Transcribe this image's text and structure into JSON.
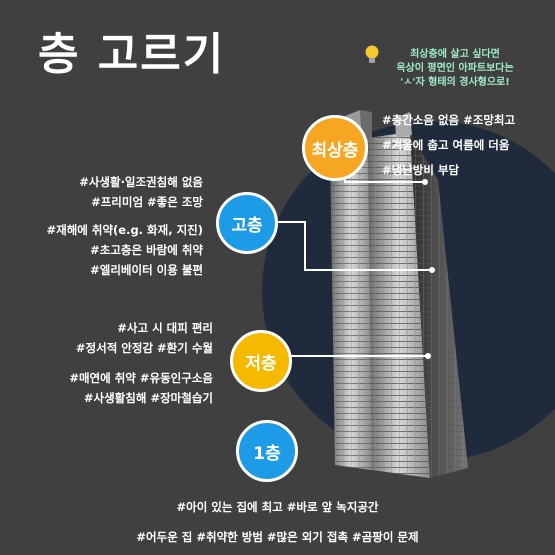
{
  "title": "층 고르기",
  "tip": {
    "icon": "lightbulb-icon",
    "lines": [
      "최상층에 살고 싶다면",
      "옥상이 평면인 아파트보다는",
      "'ㅅ'자 형태의 경사형으로!"
    ]
  },
  "floors": {
    "top": {
      "label": "최상층",
      "notes": [
        "#층간소음 없음 #조망최고",
        "#겨울에 춥고 여름에 더움",
        "#냉난방비 부담"
      ]
    },
    "high": {
      "label": "고층",
      "notes_a": [
        "#사생활·일조권침해 없음",
        "#프리미엄 #좋은 조망"
      ],
      "notes_b": [
        "#재해에 취약(e.g. 화재, 지진)",
        "#초고층은 바람에 취약",
        "#엘리베이터 이용 불편"
      ]
    },
    "low": {
      "label": "저층",
      "notes_a": [
        "#사고 시 대피 편리",
        "#정서적 안정감 #환기 수월"
      ],
      "notes_b": [
        "#매연에 취약 #유동인구소음",
        "#사생활침해 #장마철습기"
      ]
    },
    "first": {
      "label": "1층",
      "notes": [
        "#아이 있는 집에 최고 #바로 앞 녹지공간",
        "#어두운 집 #취약한 방범 #많은 외기 접촉 #곰팡이 문제"
      ]
    }
  },
  "colors": {
    "background": "#404040",
    "circle": "#1f2b3c",
    "tip_text": "#9eeac4",
    "badge_orange": "#f6a623",
    "badge_blue": "#1e9be6",
    "badge_yellow": "#f5b900"
  }
}
